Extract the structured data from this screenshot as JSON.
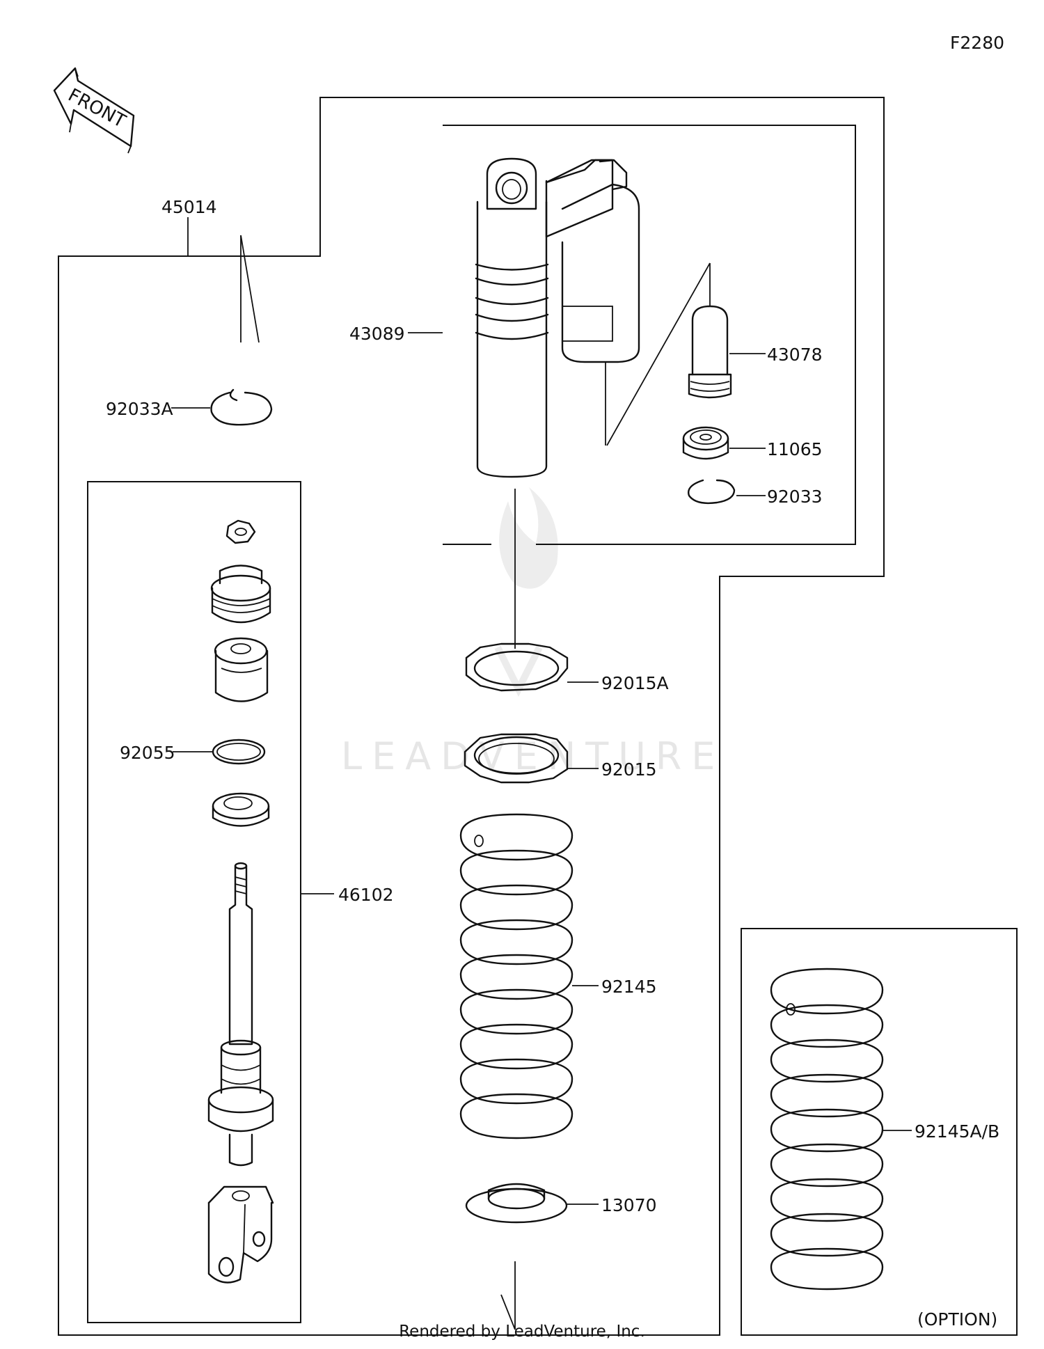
{
  "figure_code": "F2280",
  "front_marker": "FRONT",
  "watermark": "LEADVENTURE",
  "footer": "Rendered by LeadVenture, Inc.",
  "option_note": "(OPTION)",
  "parts": [
    {
      "id": "45014"
    },
    {
      "id": "43089"
    },
    {
      "id": "43078"
    },
    {
      "id": "11065"
    },
    {
      "id": "92033"
    },
    {
      "id": "92033A"
    },
    {
      "id": "92055"
    },
    {
      "id": "46102"
    },
    {
      "id": "92015A"
    },
    {
      "id": "92015"
    },
    {
      "id": "92145"
    },
    {
      "id": "13070"
    },
    {
      "id": "92145A/B"
    }
  ]
}
